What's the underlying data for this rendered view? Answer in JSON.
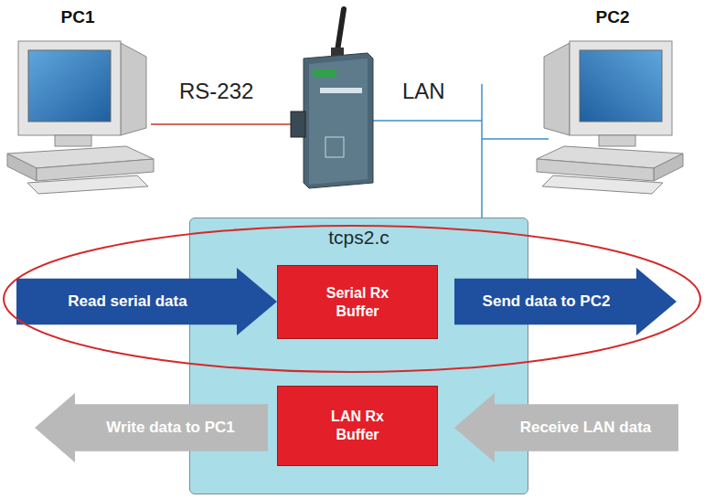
{
  "diagram": {
    "nodes": [
      {
        "text": [
          "PC1"
        ]
      },
      {
        "text": [
          "PC2"
        ]
      },
      {
        "text": [
          "tcps2.c"
        ]
      },
      {
        "text": [
          "Read serial data"
        ]
      },
      {
        "text": [
          "Serial Rx Buffer"
        ],
        "in": 2
      },
      {
        "text": [
          "Send data to PC2"
        ]
      },
      {
        "text": [
          "Write data to PC1"
        ]
      },
      {
        "text": [
          "LAN Rx Buffer"
        ],
        "in": 2
      },
      {
        "text": [
          "Receive LAN data"
        ]
      }
    ],
    "labels": [
      "RS-232",
      "LAN"
    ]
  }
}
